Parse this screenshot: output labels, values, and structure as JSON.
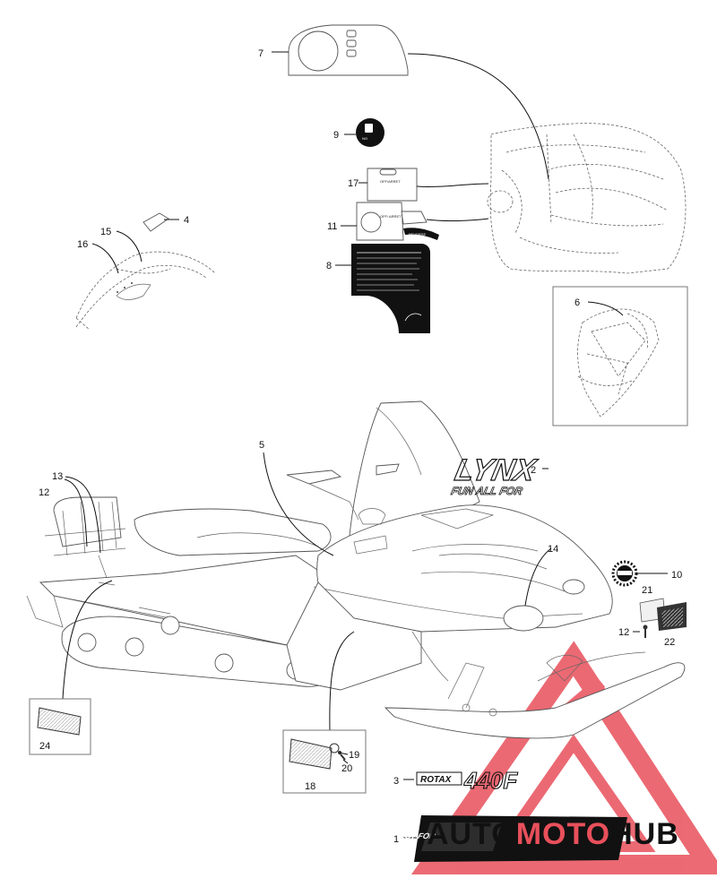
{
  "callouts": {
    "c1": "1",
    "c2": "2",
    "c3": "3",
    "c4": "4",
    "c5": "5",
    "c6": "6",
    "c7": "7",
    "c8": "8",
    "c9": "9",
    "c10": "10",
    "c11": "11",
    "c12a": "12",
    "c12b": "12",
    "c13": "13",
    "c14": "14",
    "c15": "15",
    "c16": "16",
    "c17": "17",
    "c18": "18",
    "c19": "19",
    "c20": "20",
    "c21": "21",
    "c22": "22",
    "c24": "24"
  },
  "decals": {
    "lynx_logo": "LYNX",
    "lynx_subtitle": "FUN ALL FOR",
    "rotax_brand": "ROTAX",
    "rotax_model": "440F",
    "lynx_stripe": "LYNX",
    "lynx_stripe_sub": "NEST FOR",
    "off_arret_17": "OFF/ARRET",
    "off_arret_11": "OFF/ ARRET",
    "reverse": "REVERSE"
  },
  "watermark": {
    "brand_part1": "AUTO",
    "brand_part2": "MOTO",
    "brand_part3": "HUB",
    "triangle_color": "#e8505b",
    "text_color": "#111111"
  },
  "colors": {
    "line": "#111111",
    "outline": "#555555",
    "decal_dark": "#111111"
  }
}
